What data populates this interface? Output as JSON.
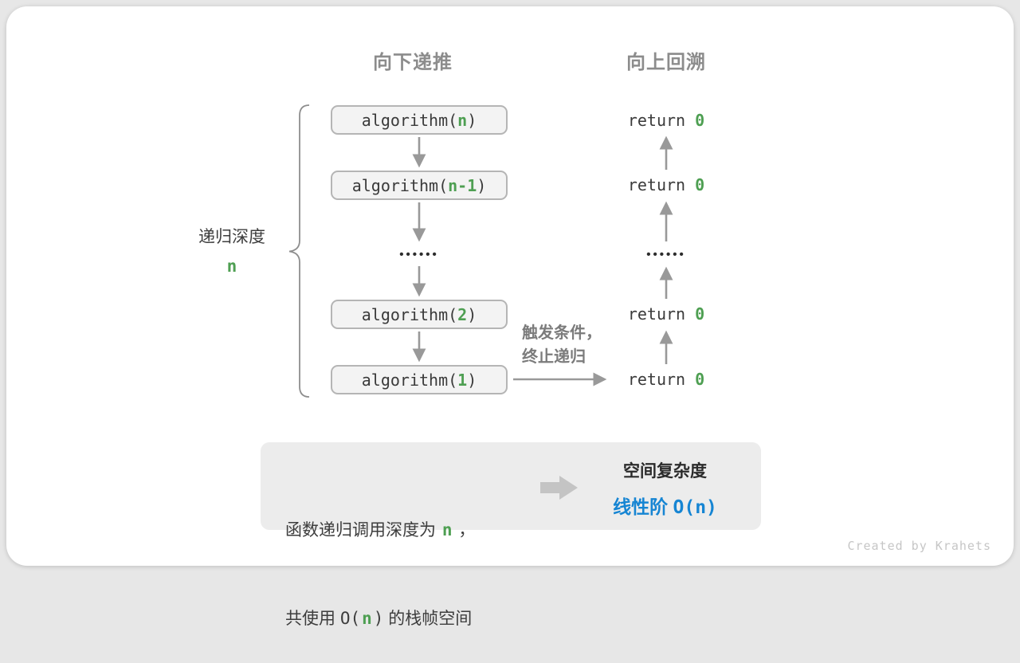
{
  "colors": {
    "accent_green": "#4e9f52",
    "accent_blue": "#1685d3",
    "code_text": "#3a3a3a",
    "muted_gray": "#8c8c8c",
    "arrow_gray": "#999999",
    "panel_bg": "#ececec",
    "box_bg": "#f3f3f3",
    "box_border": "#b5b5b5"
  },
  "headers": {
    "recurse_down": "向下递推",
    "backtrack_up": "向上回溯"
  },
  "depth_label": {
    "title": "递归深度",
    "value": "n"
  },
  "ellipsis": "••••••",
  "call_boxes": [
    {
      "pre": "algorithm(",
      "arg": "n",
      "post": ")"
    },
    {
      "pre": "algorithm(",
      "arg": "n-1",
      "post": ")"
    },
    {
      "pre": "algorithm(",
      "arg": "2",
      "post": ")"
    },
    {
      "pre": "algorithm(",
      "arg": "1",
      "post": ")"
    }
  ],
  "returns": [
    {
      "pre": "return ",
      "val": "0"
    },
    {
      "pre": "return ",
      "val": "0"
    },
    {
      "pre": "return ",
      "val": "0"
    },
    {
      "pre": "return ",
      "val": "0"
    }
  ],
  "trigger_note": {
    "line1": "触发条件，",
    "line2": "终止递归"
  },
  "summary": {
    "line1_pre": "函数递归调用深度为 ",
    "line1_arg": "n",
    "line1_post": " ，",
    "line2_pre": "共使用 ",
    "line2_code_open": "O(",
    "line2_arg": "n",
    "line2_code_close": ")",
    "line2_post": " 的栈帧空间",
    "result_title": "空间复杂度",
    "result_zh": "线性阶 ",
    "result_code": "O(n)"
  },
  "credit": "Created by Krahets"
}
